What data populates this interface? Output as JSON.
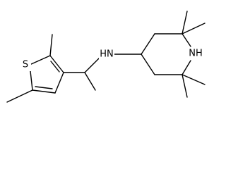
{
  "structure": {
    "atoms": {
      "sulfur": "S",
      "amine_nitrogen": "HN",
      "ring_nitrogen": "NH"
    },
    "colors": {
      "bond": "#000000",
      "label": "#000000",
      "background": "#ffffff"
    }
  }
}
